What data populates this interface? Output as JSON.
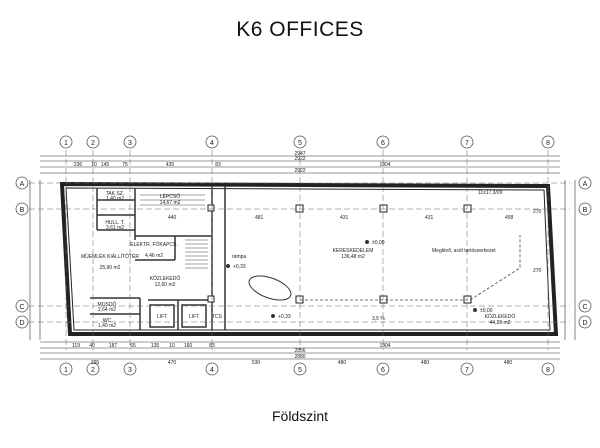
{
  "title": "K6 OFFICES",
  "subtitle": "Földszint",
  "grid": {
    "columns": [
      "1",
      "2",
      "3",
      "4",
      "5",
      "6",
      "7",
      "8"
    ],
    "rows": [
      "A",
      "B",
      "C",
      "D"
    ]
  },
  "dimensions": {
    "top_overall": "2947",
    "top_row1": [
      "2922"
    ],
    "top_row2": [
      "2922"
    ],
    "top_segments": [
      "236",
      "10",
      "145",
      "75",
      "435",
      "83",
      "1904"
    ],
    "bottom_segments": [
      "119",
      "40",
      "187",
      "65",
      "135",
      "10",
      "160",
      "83",
      "1904"
    ],
    "bottom_overall": [
      "2856",
      "2880"
    ],
    "bottom_row3": [
      "395",
      "470",
      "530",
      "480",
      "480",
      "480"
    ]
  },
  "rooms": [
    {
      "name": "LÉPCSŐ",
      "area": "14,67 m2"
    },
    {
      "name": "TAK.SZ.",
      "area": "1,40 m2"
    },
    {
      "name": "HULL. T.",
      "area": "3,61 m2"
    },
    {
      "name": "MŰEMLÉK KIÁLLÍTÓTÉR",
      "area": "25,90 m2"
    },
    {
      "name": "ELEKTR. FŐKAPCS.",
      "area": "4,46 m2"
    },
    {
      "name": "KÖZLEKEDŐ",
      "area": "12,60 m2"
    },
    {
      "name": "MOSDÓ",
      "area": "2,64 m2"
    },
    {
      "name": "WC",
      "area": "1,40 m2"
    },
    {
      "name": "KERESKEDELEM",
      "area": "136,48 m2"
    },
    {
      "name": "KÖZLEKEDŐ",
      "area": "44,23 m2"
    }
  ],
  "labels": {
    "lift1": "LIFT",
    "lift2": "LIFT",
    "tcs": "TCS",
    "level_center": "±0,00",
    "level_left": "+0,33",
    "level_bottom": "+0,33",
    "level_right": "±0,00",
    "note": "Meglévő, acél tartószerkezet",
    "slope": "3,5 %",
    "ref": "11x17,3/09",
    "ramp": "rámpa",
    "interior_dims": [
      "481",
      "431",
      "431",
      "458",
      "440",
      "270",
      "270"
    ]
  }
}
